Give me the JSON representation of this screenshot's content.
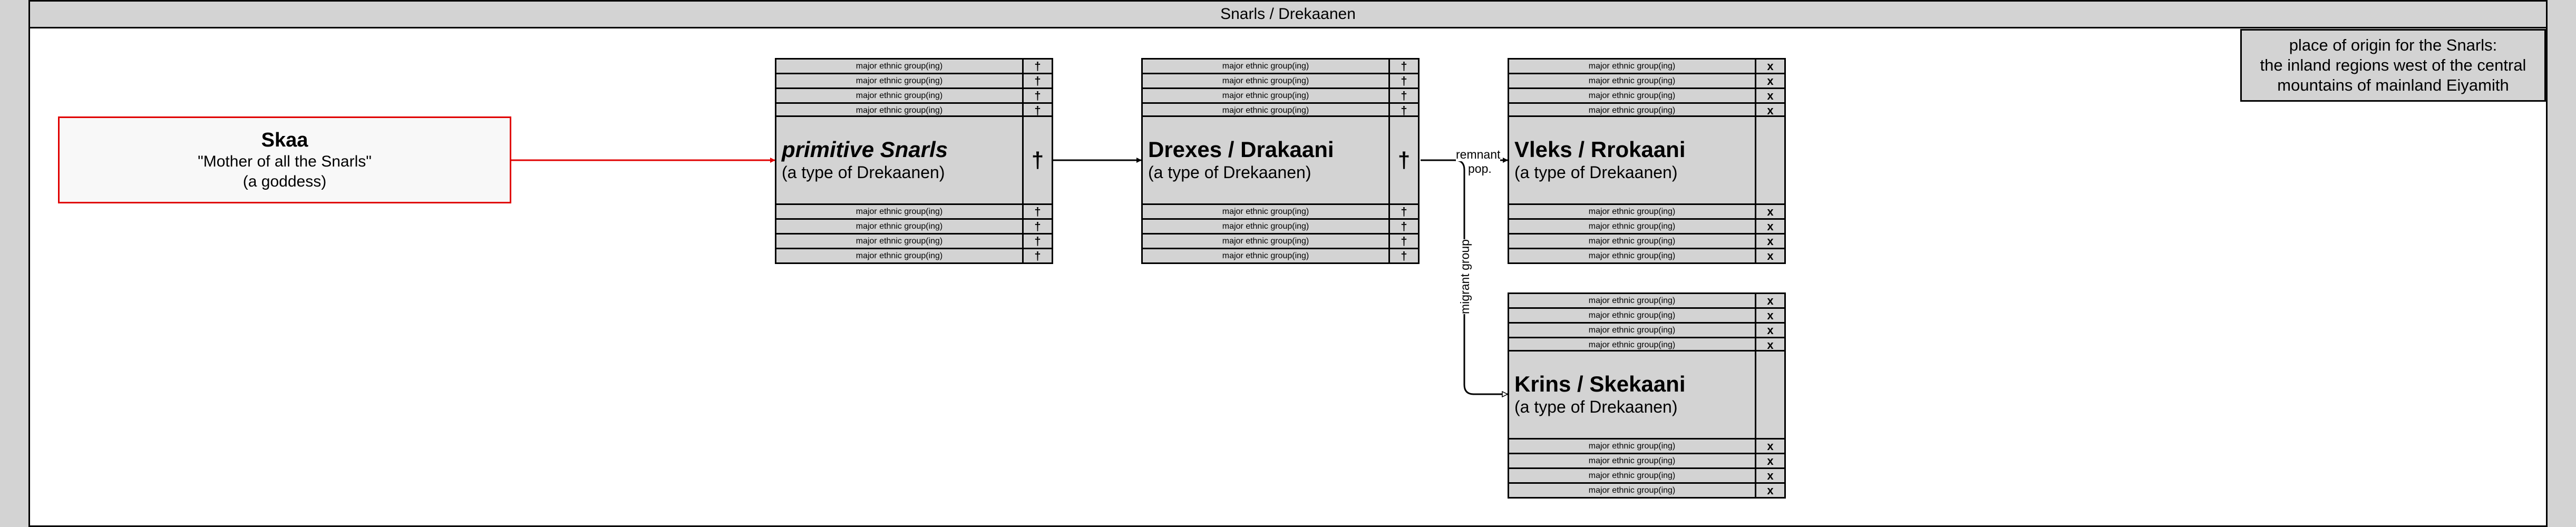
{
  "title": "Snarls / Drekaanen",
  "origin_note": {
    "lines": [
      "place of origin for the Snarls:",
      "the inland regions west of the central",
      "mountains of mainland Eiyamith"
    ]
  },
  "skaa": {
    "name": "Skaa",
    "subtitle": "\"Mother of all the Snarls\"",
    "note": "(a goddess)",
    "border_color": "#e00000"
  },
  "row_label": "major ethnic group(ing)",
  "nodes": [
    {
      "id": "primitive",
      "name": "primitive Snarls",
      "italic": true,
      "type": "(a type of Drekaanen)",
      "mark": "†",
      "row_mark": "†"
    },
    {
      "id": "drexes",
      "name": "Drexes / Drakaani",
      "italic": false,
      "type": "(a type of Drekaanen)",
      "mark": "†",
      "row_mark": "†"
    },
    {
      "id": "vleks",
      "name": "Vleks / Rrokaani",
      "italic": false,
      "type": "(a type of Drekaanen)",
      "mark": "",
      "row_mark": "x"
    },
    {
      "id": "krins",
      "name": "Krins / Skekaani",
      "italic": false,
      "type": "(a type of Drekaanen)",
      "mark": "",
      "row_mark": "x"
    }
  ],
  "edge_labels": {
    "remnant": "remnant",
    "pop": "pop.",
    "migrant": "migrant group"
  },
  "colors": {
    "box_fill": "#d3d3d3",
    "skaa_edge": "#e00000",
    "edge": "#000000"
  }
}
